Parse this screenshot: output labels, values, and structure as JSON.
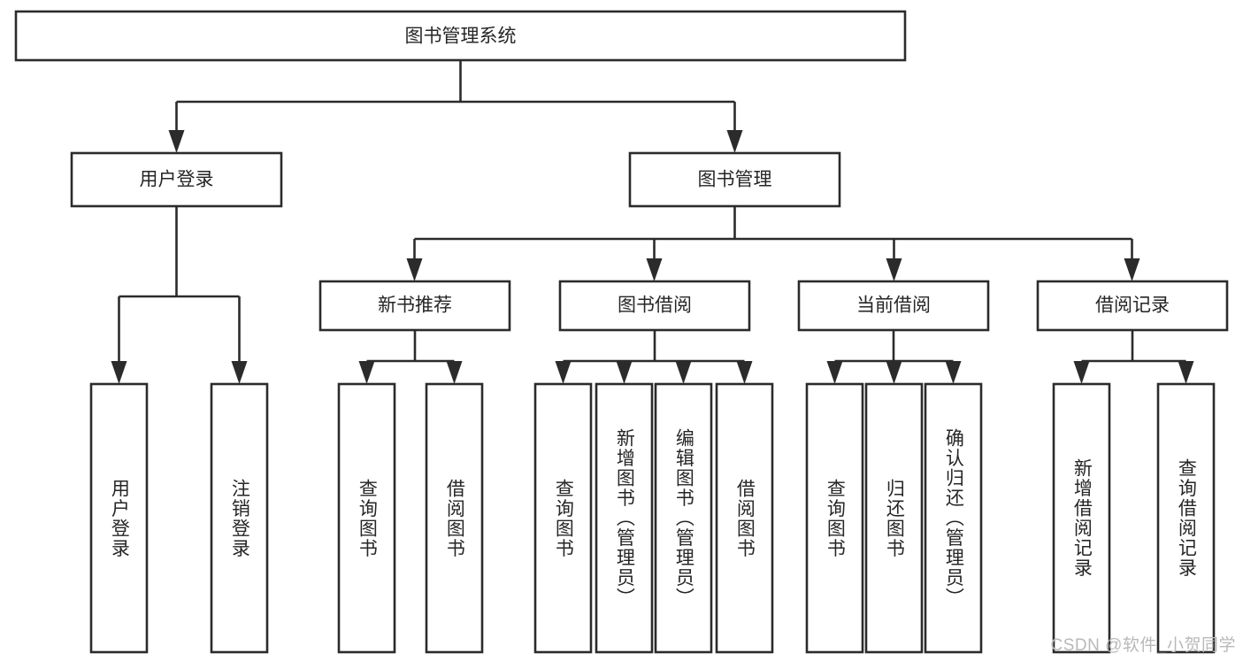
{
  "diagram": {
    "title": "图书管理系统",
    "type": "hierarchy-tree",
    "root": {
      "label": "图书管理系统",
      "orientation": "horizontal"
    },
    "level1": [
      {
        "label": "用户登录",
        "orientation": "horizontal"
      },
      {
        "label": "图书管理",
        "orientation": "horizontal"
      }
    ],
    "level2": [
      {
        "label": "新书推荐",
        "orientation": "horizontal"
      },
      {
        "label": "图书借阅",
        "orientation": "horizontal"
      },
      {
        "label": "当前借阅",
        "orientation": "horizontal"
      },
      {
        "label": "借阅记录",
        "orientation": "horizontal"
      }
    ],
    "leaves": {
      "user_login": [
        {
          "label": "用户登录",
          "orientation": "vertical"
        },
        {
          "label": "注销登录",
          "orientation": "vertical"
        }
      ],
      "new_book_recommend": [
        {
          "label": "查询图书",
          "orientation": "vertical"
        },
        {
          "label": "借阅图书",
          "orientation": "vertical"
        }
      ],
      "book_borrow": [
        {
          "label": "查询图书",
          "orientation": "vertical"
        },
        {
          "label": "新增图书（管理员）",
          "orientation": "vertical"
        },
        {
          "label": "编辑图书（管理员）",
          "orientation": "vertical"
        },
        {
          "label": "借阅图书",
          "orientation": "vertical"
        }
      ],
      "current_borrow": [
        {
          "label": "查询图书",
          "orientation": "vertical"
        },
        {
          "label": "归还图书",
          "orientation": "vertical"
        },
        {
          "label": "确认归还（管理员）",
          "orientation": "vertical"
        }
      ],
      "borrow_record": [
        {
          "label": "新增借阅记录",
          "orientation": "vertical"
        },
        {
          "label": "查询借阅记录",
          "orientation": "vertical"
        }
      ]
    },
    "colors": {
      "stroke": "#2b2b2b",
      "fill": "#ffffff",
      "text": "#262626",
      "watermark": "#b9b9b9",
      "background": "#ffffff"
    }
  },
  "watermark": {
    "text": "CSDN @软件_小贺同学"
  }
}
